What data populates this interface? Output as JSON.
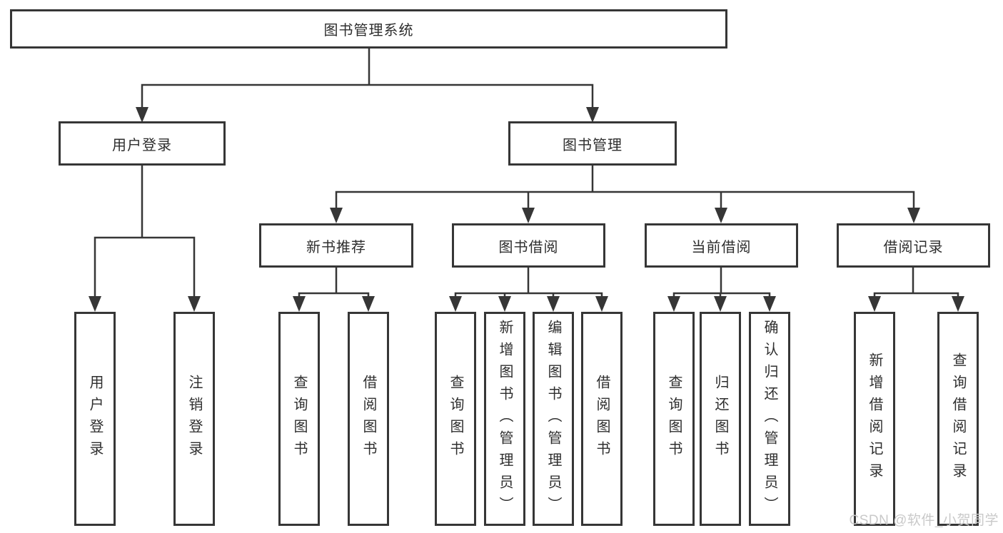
{
  "diagram_type": "hierarchical-function-structure",
  "colors": {
    "line": "#363636",
    "text": "#2e2e2e",
    "background": "#ffffff",
    "watermark": "#c9c9c9"
  },
  "tree": {
    "root": "图书管理系统",
    "children": [
      {
        "label": "用户登录",
        "children": [
          {
            "label": "用户登录"
          },
          {
            "label": "注销登录"
          }
        ]
      },
      {
        "label": "图书管理",
        "children": [
          {
            "label": "新书推荐",
            "children": [
              {
                "label": "查询图书"
              },
              {
                "label": "借阅图书"
              }
            ]
          },
          {
            "label": "图书借阅",
            "children": [
              {
                "label": "查询图书"
              },
              {
                "label": "新增图书（管理员）"
              },
              {
                "label": "编辑图书（管理员）"
              },
              {
                "label": "借阅图书"
              }
            ]
          },
          {
            "label": "当前借阅",
            "children": [
              {
                "label": "查询图书"
              },
              {
                "label": "归还图书"
              },
              {
                "label": "确认归还（管理员）"
              }
            ]
          },
          {
            "label": "借阅记录",
            "children": [
              {
                "label": "新增借阅记录"
              },
              {
                "label": "查询借阅记录"
              }
            ]
          }
        ]
      }
    ]
  },
  "watermark": {
    "text": "CSDN @软件_小贺同学"
  }
}
